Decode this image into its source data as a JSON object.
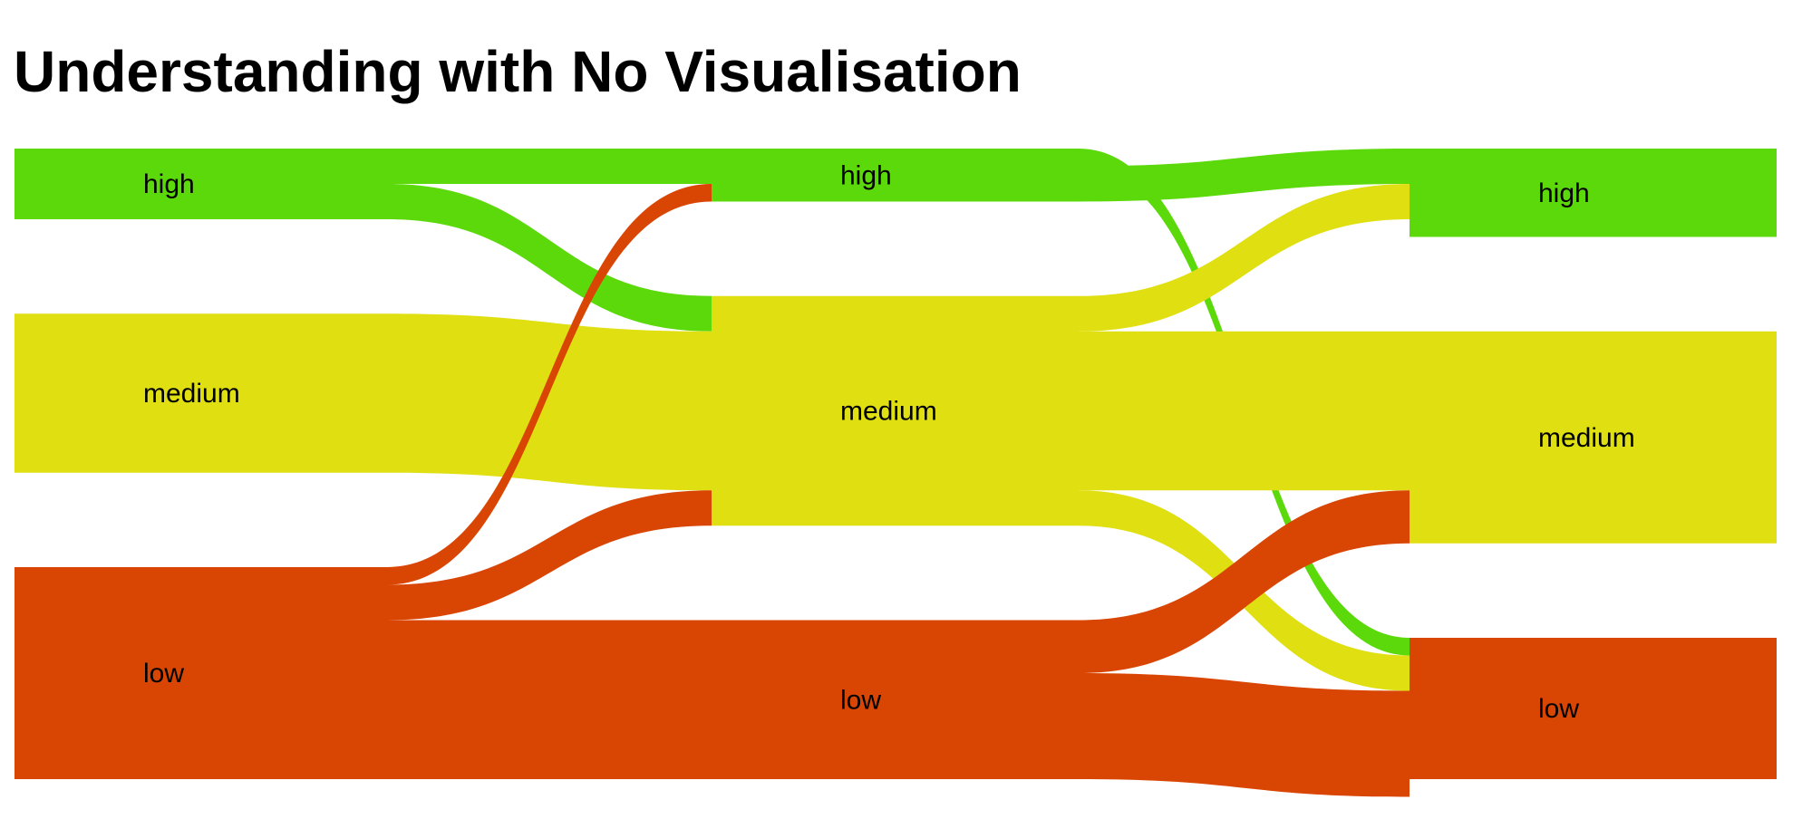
{
  "title": "Understanding with No Visualisation",
  "colors": {
    "high": "#5cd90b",
    "medium": "#e0df12",
    "low": "#d94503"
  },
  "chart_data": {
    "type": "sankey",
    "title": "Understanding with No Visualisation",
    "levels": [
      "high",
      "medium",
      "low"
    ],
    "stages": [
      {
        "nodes": [
          {
            "id": "high",
            "label": "high",
            "value": 4
          },
          {
            "id": "medium",
            "label": "medium",
            "value": 9
          },
          {
            "id": "low",
            "label": "low",
            "value": 12
          }
        ]
      },
      {
        "nodes": [
          {
            "id": "high",
            "label": "high",
            "value": 3
          },
          {
            "id": "medium",
            "label": "medium",
            "value": 13
          },
          {
            "id": "low",
            "label": "low",
            "value": 9
          }
        ]
      },
      {
        "nodes": [
          {
            "id": "high",
            "label": "high",
            "value": 5
          },
          {
            "id": "medium",
            "label": "medium",
            "value": 12
          },
          {
            "id": "low",
            "label": "low",
            "value": 8
          }
        ]
      }
    ],
    "links": [
      {
        "from_stage": 0,
        "source": "high",
        "target": "high",
        "value": 2
      },
      {
        "from_stage": 0,
        "source": "high",
        "target": "medium",
        "value": 2
      },
      {
        "from_stage": 0,
        "source": "medium",
        "target": "medium",
        "value": 9
      },
      {
        "from_stage": 0,
        "source": "low",
        "target": "high",
        "value": 1
      },
      {
        "from_stage": 0,
        "source": "low",
        "target": "medium",
        "value": 2
      },
      {
        "from_stage": 0,
        "source": "low",
        "target": "low",
        "value": 9
      },
      {
        "from_stage": 1,
        "source": "high",
        "target": "low",
        "value": 1
      },
      {
        "from_stage": 1,
        "source": "high",
        "target": "high",
        "value": 2
      },
      {
        "from_stage": 1,
        "source": "medium",
        "target": "high",
        "value": 2
      },
      {
        "from_stage": 1,
        "source": "medium",
        "target": "medium",
        "value": 9
      },
      {
        "from_stage": 1,
        "source": "medium",
        "target": "low",
        "value": 2
      },
      {
        "from_stage": 1,
        "source": "low",
        "target": "medium",
        "value": 3
      },
      {
        "from_stage": 1,
        "source": "low",
        "target": "low",
        "value": 6
      }
    ]
  }
}
